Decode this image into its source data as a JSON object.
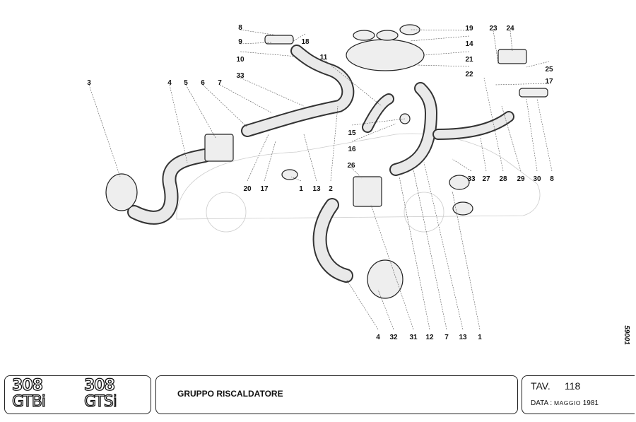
{
  "diagram": {
    "callouts": [
      "8",
      "9",
      "18",
      "10",
      "11",
      "19",
      "14",
      "21",
      "22",
      "23",
      "24",
      "25",
      "17",
      "3",
      "4",
      "5",
      "6",
      "7",
      "33",
      "15",
      "16",
      "26",
      "20",
      "17",
      "1",
      "13",
      "2",
      "33",
      "27",
      "28",
      "29",
      "30",
      "8",
      "4",
      "32",
      "31",
      "12",
      "7",
      "13",
      "1"
    ]
  },
  "drawing_number": "59001",
  "title_block": {
    "logo_left_top": "308",
    "logo_left_bottom": "GTBi",
    "logo_right_top": "308",
    "logo_right_bottom": "GTSi",
    "title": "GRUPPO RISCALDATORE",
    "tav_label": "TAV.",
    "tav_number": "118",
    "date_label": "DATA :",
    "date_value": "MAGGIO",
    "date_year": "1981"
  }
}
